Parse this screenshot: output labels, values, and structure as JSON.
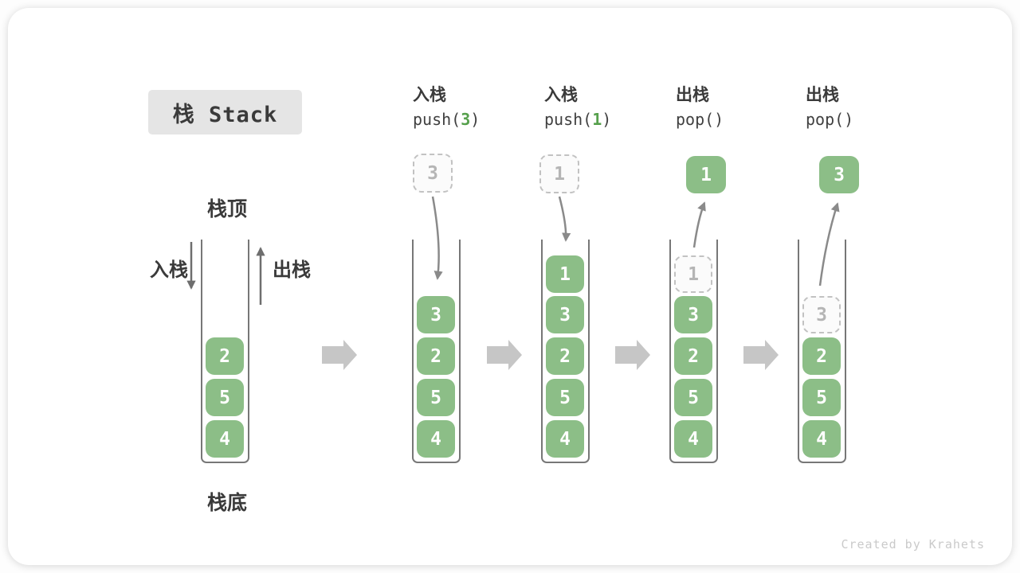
{
  "title": "栈 Stack",
  "side_labels": {
    "top": "栈顶",
    "bottom": "栈底",
    "push": "入栈",
    "pop": "出栈"
  },
  "columns": [
    {
      "op": "入栈",
      "code_pre": "push(",
      "code_arg": "3",
      "code_post": ")"
    },
    {
      "op": "入栈",
      "code_pre": "push(",
      "code_arg": "1",
      "code_post": ")"
    },
    {
      "op": "出栈",
      "code_pre": "pop(",
      "code_arg": "",
      "code_post": ")"
    },
    {
      "op": "出栈",
      "code_pre": "pop(",
      "code_arg": "",
      "code_post": ")"
    }
  ],
  "floating": {
    "push3": "3",
    "push1": "1",
    "pop1": "1",
    "pop3": "3",
    "ghost1": "1",
    "ghost3": "3"
  },
  "stacks": {
    "s1": [
      "2",
      "5",
      "4"
    ],
    "s2": [
      "3",
      "2",
      "5",
      "4"
    ],
    "s3": [
      "1",
      "3",
      "2",
      "5",
      "4"
    ],
    "s4": [
      "3",
      "2",
      "5",
      "4"
    ],
    "s5": [
      "2",
      "5",
      "4"
    ]
  },
  "watermark": "Created by Krahets",
  "colors": {
    "cell_green": "#8CBE87",
    "code_green": "#56A04C",
    "ink": "#3A3A3A",
    "code_ink": "#404040",
    "container_border": "#777777",
    "ghost_border": "#C2C2C2",
    "ghost_text": "#B5B5B5",
    "ghost_bg": "#FBFBFB",
    "curve_arrow": "#8A8A8A",
    "side_arrow": "#6E6E6E",
    "block_arrow": "#C6C6C6",
    "title_bg": "#E5E5E5",
    "watermark": "#CACACA"
  }
}
